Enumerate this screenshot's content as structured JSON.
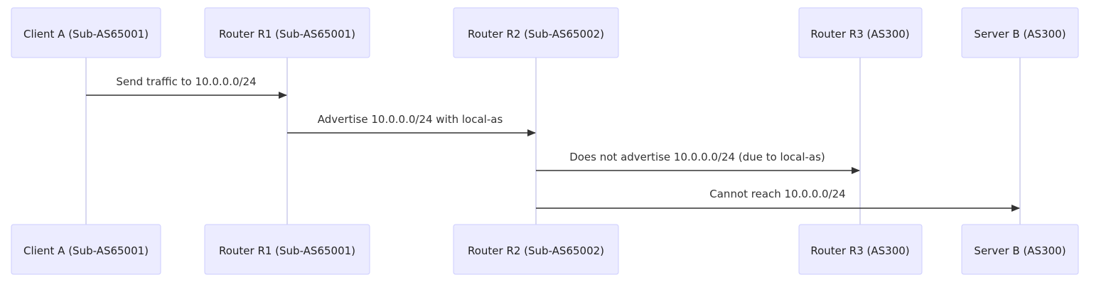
{
  "participants": [
    {
      "id": "clientA",
      "label": "Client A (Sub-AS65001)"
    },
    {
      "id": "r1",
      "label": "Router R1 (Sub-AS65001)"
    },
    {
      "id": "r2",
      "label": "Router R2 (Sub-AS65002)"
    },
    {
      "id": "r3",
      "label": "Router R3 (AS300)"
    },
    {
      "id": "serverB",
      "label": "Server B (AS300)"
    }
  ],
  "messages": [
    {
      "from": "clientA",
      "to": "r1",
      "label": "Send traffic to 10.0.0.0/24"
    },
    {
      "from": "r1",
      "to": "r2",
      "label": "Advertise 10.0.0.0/24 with local-as"
    },
    {
      "from": "r2",
      "to": "r3",
      "label": "Does not advertise 10.0.0.0/24 (due to local-as)"
    },
    {
      "from": "r2",
      "to": "serverB",
      "label": "Cannot reach 10.0.0.0/24"
    }
  ],
  "colors": {
    "actor_fill": "#ECECFF",
    "actor_border": "#CCCCFF",
    "lifeline": "#D8D8F0",
    "arrow": "#333333",
    "text": "#222222"
  }
}
